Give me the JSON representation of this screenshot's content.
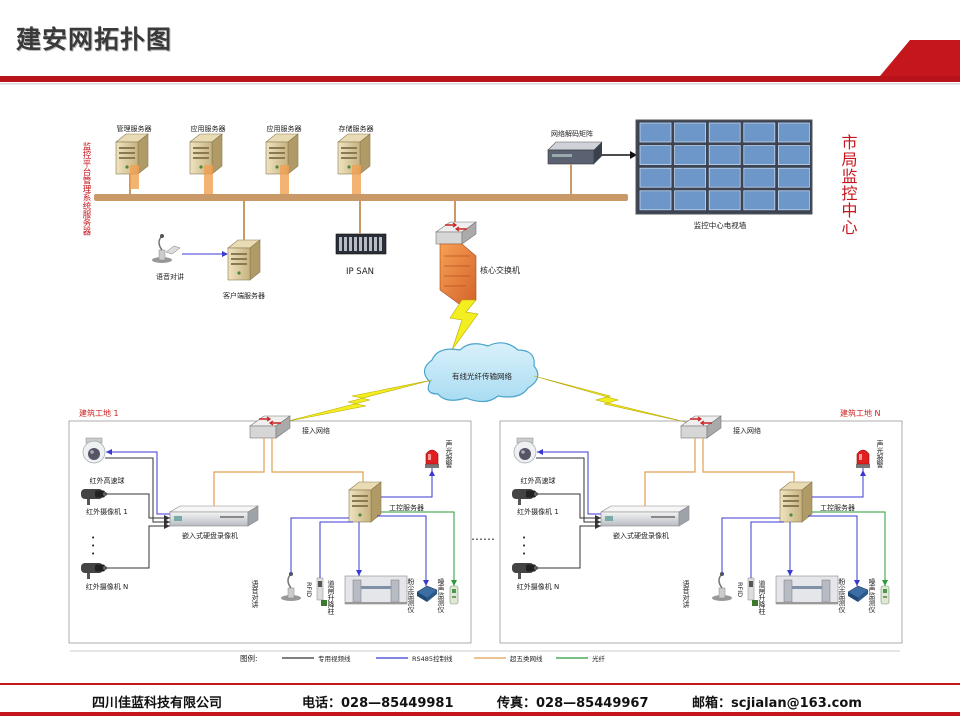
{
  "title": "建安网拓扑图",
  "center": {
    "side_label_vertical": "监控平台管理系统服务器",
    "city_center_vertical": "市局监控中心",
    "servers": [
      "管理服务器",
      "应用服务器",
      "应用服务器",
      "存储服务器"
    ],
    "decoder": "网络解码矩阵",
    "video_wall": "监控中心电视墙",
    "intercom": "语音对讲",
    "client_server": "客户端服务器",
    "ip_san": "IP SAN",
    "core_switch": "核心交换机",
    "cloud": "有线光纤传输网络"
  },
  "sites": [
    {
      "name": "建筑工地 1",
      "access_network": "接入网络",
      "dome_camera": "红外高速球",
      "camera_1": "红外摄像机 1",
      "camera_n": "红外摄像机 N",
      "nvr": "嵌入式硬盘录像机",
      "industrial_server": "工控服务器",
      "alarm": "声光报警",
      "intercom": "语音对讲",
      "rfid": "RFID",
      "gate": "道闸升降柱",
      "dust": "粉尘监测仪",
      "noise": "噪声监测仪"
    },
    {
      "name": "建筑工地 N",
      "access_network": "接入网络",
      "dome_camera": "红外高速球",
      "camera_1": "红外摄像机 1",
      "camera_n": "红外摄像机 N",
      "nvr": "嵌入式硬盘录像机",
      "industrial_server": "工控服务器",
      "alarm": "声光报警",
      "intercom": "语音对讲",
      "rfid": "RFID",
      "gate": "道闸升降柱",
      "dust": "粉尘监测仪",
      "noise": "噪声监测仪"
    }
  ],
  "ellipsis": "……",
  "legend": {
    "label": "图例:",
    "items": [
      {
        "text": "专用视频线",
        "color": "#333333"
      },
      {
        "text": "RS485控制线",
        "color": "#3a3ad0"
      },
      {
        "text": "超五类网线",
        "color": "#e0a050"
      },
      {
        "text": "光纤",
        "color": "#2a9a3a"
      }
    ]
  },
  "footer": {
    "company": "四川佳蓝科技有限公司",
    "phone": "电话：028—85449981",
    "fax": "传真：028—85449967",
    "email": "邮箱：scjialan@163.com"
  },
  "colors": {
    "accent_red": "#c4161c",
    "bus": "#c99a68",
    "site_red_text": "#cc2222",
    "bolt": "#f2ee20",
    "cloud": "#bfe6f6"
  }
}
